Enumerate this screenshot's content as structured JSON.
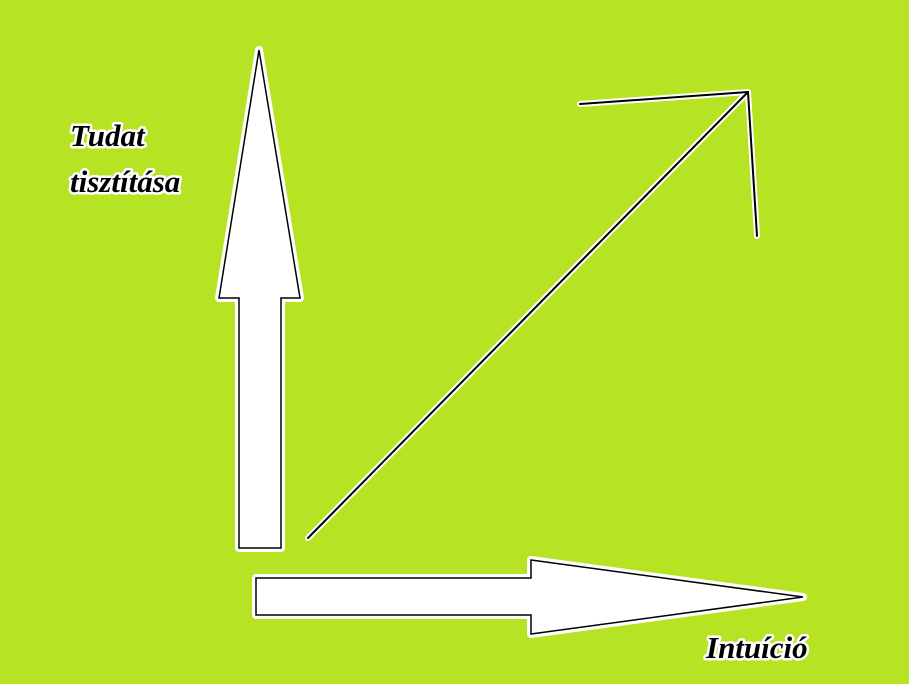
{
  "diagram": {
    "labels": {
      "vertical_line1": "Tudat",
      "vertical_line2": "tisztítása",
      "horizontal": "Intuíció"
    },
    "colors": {
      "background": "#B6E425",
      "arrow_fill": "#FFFFFF",
      "arrow_outline": "#000000",
      "diagonal_line": "#000000",
      "diagonal_glow": "#FFFFFF",
      "label_text": "#000000",
      "label_outline": "#FFFFFF"
    }
  }
}
